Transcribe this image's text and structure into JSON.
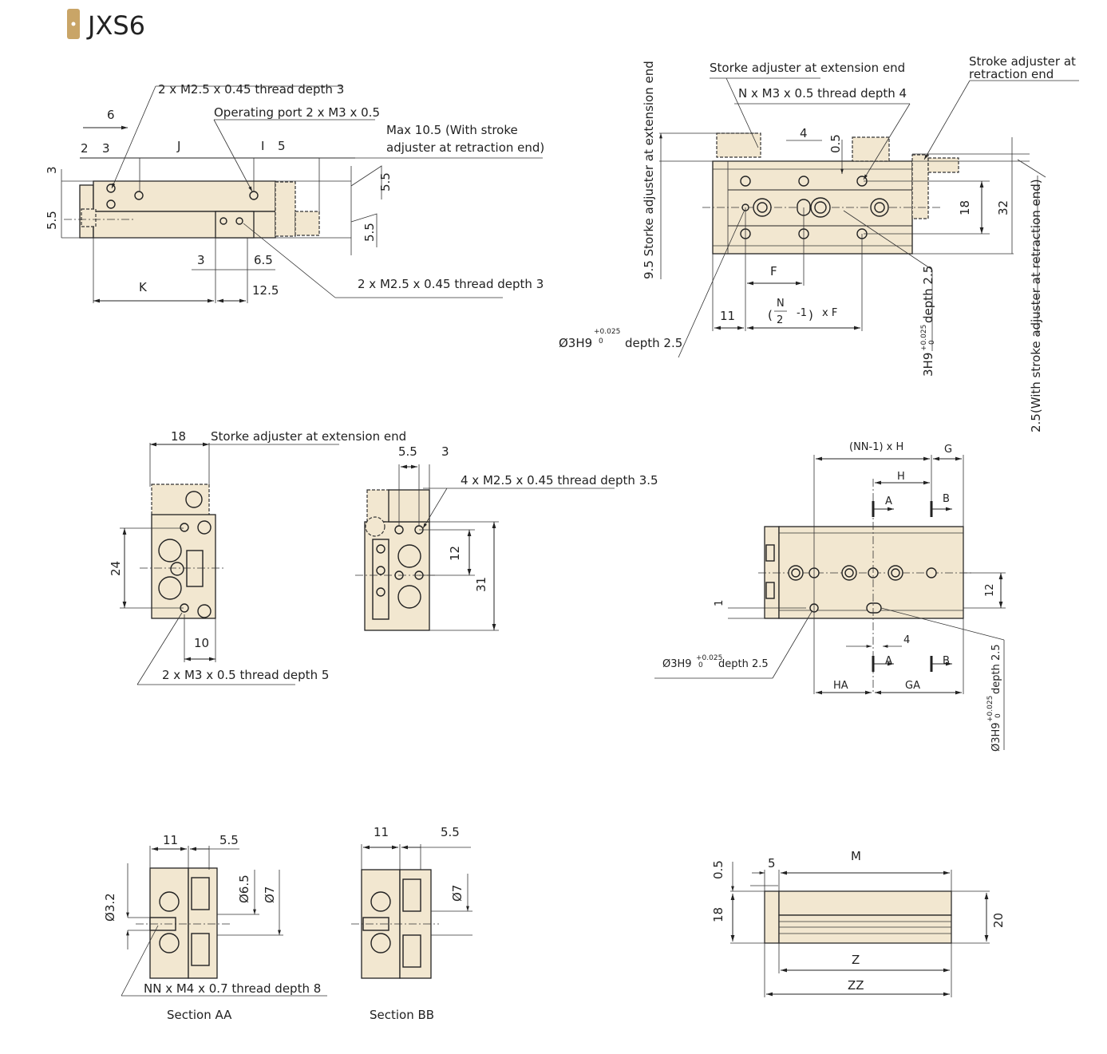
{
  "header": {
    "title": "JXS6",
    "badge_color": "#c9a567",
    "body_color": "#f2e7d0"
  },
  "view_side": {
    "thread_top": "2 x M2.5 x 0.45  thread depth 3",
    "operating_port": "Operating port 2 x M3 x 0.5",
    "max_note_1": "Max 10.5 (With stroke",
    "max_note_2": "adjuster at retraction end)",
    "d6": "6",
    "d2": "2",
    "d3": "3",
    "dJ": "J",
    "dI": "I",
    "d5": "5",
    "dv3": "3",
    "dv55": "5.5",
    "d55a": "5.5",
    "d55b": "5.5",
    "d3b": "3",
    "d65": "6.5",
    "dK": "K",
    "d125": "12.5",
    "thread_bottom": "2 x M2.5 x 0.45 thread depth 3"
  },
  "view_top": {
    "ext_label": "Storke adjuster at extension end",
    "ret_label_1": "Stroke adjuster at",
    "ret_label_2": "retraction end",
    "thread": "N x M3 x 0.5 thread depth 4",
    "left_vert": "9.5  Storke adjuster at extension end",
    "d4": "4",
    "d05": "0.5",
    "d18": "18",
    "d32": "32",
    "dF": "F",
    "d11": "11",
    "formula_n": "N",
    "formula_2": "2",
    "formula_m1": "-1",
    "formula_xf": "x F",
    "hole_main": "Ø3H9",
    "hole_tol_up": "+0.025",
    "hole_tol_lo": "0",
    "hole_depth": "depth 2.5",
    "slot_label": "3H9",
    "slot_tol_up": "+0.025",
    "slot_tol_lo": "0",
    "slot_depth": "depth 2.5",
    "right_vert": "2.5(With stroke adjuster at retraction end)"
  },
  "view_end": {
    "d18": "18",
    "ext_label": "Storke adjuster at extension end",
    "d24": "24",
    "d10": "10",
    "thread": "2 x M3 x 0.5 thread depth 5"
  },
  "view_end2": {
    "d55": "5.5",
    "d3": "3",
    "thread": "4 x M2.5 x 0.45 thread depth 3.5",
    "d12": "12",
    "d31": "31"
  },
  "view_bottom": {
    "nn_h": "(NN-1) x H",
    "dG": "G",
    "dH": "H",
    "secA": "A",
    "secB": "B",
    "secA2": "A",
    "secB2": "B",
    "d1": "1",
    "d12": "12",
    "d4": "4",
    "dHA": "HA",
    "dGA": "GA",
    "hole_main": "Ø3H9",
    "hole_tol_up": "+0.025",
    "hole_tol_lo": "0",
    "hole_depth": "depth 2.5",
    "slot_label": "Ø3H9",
    "slot_tol_up": "+0.025",
    "slot_tol_lo": "0",
    "slot_depth": "depth 2.5"
  },
  "section_aa": {
    "d11": "11",
    "d55": "5.5",
    "d32": "Ø3.2",
    "d65": "Ø6.5",
    "d7": "Ø7",
    "thread": "NN x M4 x 0.7 thread depth 8",
    "caption": "Section AA"
  },
  "section_bb": {
    "d11": "11",
    "d55": "5.5",
    "d7": "Ø7",
    "caption": "Section BB"
  },
  "view_front": {
    "d05": "0.5",
    "d5": "5",
    "dM": "M",
    "d18": "18",
    "d20": "20",
    "dZ": "Z",
    "dZZ": "ZZ"
  }
}
